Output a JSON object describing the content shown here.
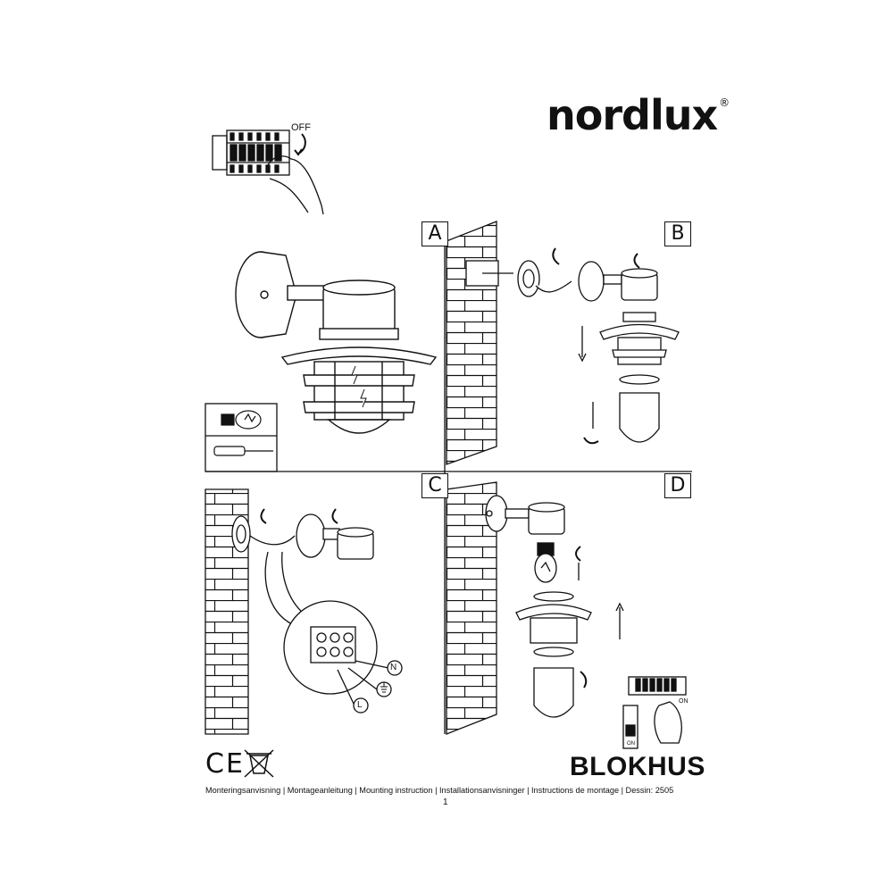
{
  "brand": {
    "name": "nordlux",
    "registered": "®"
  },
  "power_off_label": "OFF",
  "power_on_label": "ON",
  "panels": [
    {
      "letter": "A"
    },
    {
      "letter": "B"
    },
    {
      "letter": "C"
    },
    {
      "letter": "D"
    }
  ],
  "wiring_labels": {
    "neutral": "N",
    "live": "L"
  },
  "product_name": "BLOKHUS",
  "footer": {
    "instructions": "Monteringsanvisning | Montageanleitung | Mounting instruction | Installationsanvisninger | Instructions de montage | Dessin: 2505",
    "page_number": "1"
  },
  "certification": {
    "ce_mark": "CE"
  }
}
